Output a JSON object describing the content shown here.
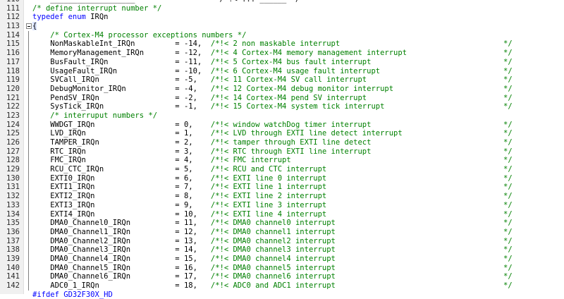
{
  "top_partial": {
    "ln": "110",
    "code": "    ___________________                   /*!< ... ______ */"
  },
  "lines": [
    {
      "ln": "111",
      "kind": "comment",
      "text": "/* define interrupt number */",
      "indent": 0
    },
    {
      "ln": "112",
      "kind": "typedef",
      "kw": "typedef enum",
      "name": " IRQn",
      "indent": 0
    },
    {
      "ln": "113",
      "kind": "brace",
      "text": "{",
      "indent": 0
    },
    {
      "ln": "114",
      "kind": "comment",
      "text": "/* Cortex-M4 processor exceptions numbers */",
      "indent": 4
    },
    {
      "ln": "115",
      "kind": "entry",
      "name": "NonMaskableInt_IRQn",
      "value": "= -14,",
      "doc": "/*!< 2 non maskable interrupt"
    },
    {
      "ln": "116",
      "kind": "entry",
      "name": "MemoryManagement_IRQn",
      "value": "= -12,",
      "doc": "/*!< 4 Cortex-M4 memory management interrupt"
    },
    {
      "ln": "117",
      "kind": "entry",
      "name": "BusFault_IRQn",
      "value": "= -11,",
      "doc": "/*!< 5 Cortex-M4 bus fault interrupt"
    },
    {
      "ln": "118",
      "kind": "entry",
      "name": "UsageFault_IRQn",
      "value": "= -10,",
      "doc": "/*!< 6 Cortex-M4 usage fault interrupt"
    },
    {
      "ln": "119",
      "kind": "entry",
      "name": "SVCall_IRQn",
      "value": "= -5,",
      "doc": "/*!< 11 Cortex-M4 SV call interrupt"
    },
    {
      "ln": "120",
      "kind": "entry",
      "name": "DebugMonitor_IRQn",
      "value": "= -4,",
      "doc": "/*!< 12 Cortex-M4 debug monitor interrupt"
    },
    {
      "ln": "121",
      "kind": "entry",
      "name": "PendSV_IRQn",
      "value": "= -2,",
      "doc": "/*!< 14 Cortex-M4 pend SV interrupt"
    },
    {
      "ln": "122",
      "kind": "entry",
      "name": "SysTick_IRQn",
      "value": "= -1,",
      "doc": "/*!< 15 Cortex-M4 system tick interrupt"
    },
    {
      "ln": "123",
      "kind": "comment",
      "text": "/* interruput numbers */",
      "indent": 4
    },
    {
      "ln": "124",
      "kind": "entry",
      "name": "WWDGT_IRQn",
      "value": "= 0,",
      "doc": "/*!< window watchDog timer interrupt"
    },
    {
      "ln": "125",
      "kind": "entry",
      "name": "LVD_IRQn",
      "value": "= 1,",
      "doc": "/*!< LVD through EXTI line detect interrupt"
    },
    {
      "ln": "126",
      "kind": "entry",
      "name": "TAMPER_IRQn",
      "value": "= 2,",
      "doc": "/*!< tamper through EXTI line detect"
    },
    {
      "ln": "127",
      "kind": "entry",
      "name": "RTC_IRQn",
      "value": "= 3,",
      "doc": "/*!< RTC through EXTI line interrupt"
    },
    {
      "ln": "128",
      "kind": "entry",
      "name": "FMC_IRQn",
      "value": "= 4,",
      "doc": "/*!< FMC interrupt"
    },
    {
      "ln": "129",
      "kind": "entry",
      "name": "RCU_CTC_IRQn",
      "value": "= 5,",
      "doc": "/*!< RCU and CTC interrupt"
    },
    {
      "ln": "130",
      "kind": "entry",
      "name": "EXTI0_IRQn",
      "value": "= 6,",
      "doc": "/*!< EXTI line 0 interrupt"
    },
    {
      "ln": "131",
      "kind": "entry",
      "name": "EXTI1_IRQn",
      "value": "= 7,",
      "doc": "/*!< EXTI line 1 interrupt"
    },
    {
      "ln": "132",
      "kind": "entry",
      "name": "EXTI2_IRQn",
      "value": "= 8,",
      "doc": "/*!< EXTI line 2 interrupt"
    },
    {
      "ln": "133",
      "kind": "entry",
      "name": "EXTI3_IRQn",
      "value": "= 9,",
      "doc": "/*!< EXTI line 3 interrupt"
    },
    {
      "ln": "134",
      "kind": "entry",
      "name": "EXTI4_IRQn",
      "value": "= 10,",
      "doc": "/*!< EXTI line 4 interrupt"
    },
    {
      "ln": "135",
      "kind": "entry",
      "name": "DMA0_Channel0_IRQn",
      "value": "= 11,",
      "doc": "/*!< DMA0 channel0 interrupt"
    },
    {
      "ln": "136",
      "kind": "entry",
      "name": "DMA0_Channel1_IRQn",
      "value": "= 12,",
      "doc": "/*!< DMA0 channel1 interrupt"
    },
    {
      "ln": "137",
      "kind": "entry",
      "name": "DMA0_Channel2_IRQn",
      "value": "= 13,",
      "doc": "/*!< DMA0 channel2 interrupt"
    },
    {
      "ln": "138",
      "kind": "entry",
      "name": "DMA0_Channel3_IRQn",
      "value": "= 14,",
      "doc": "/*!< DMA0 channel3 interrupt"
    },
    {
      "ln": "139",
      "kind": "entry",
      "name": "DMA0_Channel4_IRQn",
      "value": "= 15,",
      "doc": "/*!< DMA0 channel4 interrupt"
    },
    {
      "ln": "140",
      "kind": "entry",
      "name": "DMA0_Channel5_IRQn",
      "value": "= 16,",
      "doc": "/*!< DMA0 channel5 interrupt"
    },
    {
      "ln": "141",
      "kind": "entry",
      "name": "DMA0_Channel6_IRQn",
      "value": "= 17,",
      "doc": "/*!< DMA0 channel6 interrupt"
    },
    {
      "ln": "142",
      "kind": "entry",
      "name": "ADC0_1_IRQn",
      "value": "= 18,",
      "doc": "/*!< ADC0 and ADC1 interrupt"
    }
  ],
  "bottom_partial": {
    "code": "#ifdef GD32F30X_HD"
  },
  "comment_end": "*/",
  "colors": {
    "keyword": "#0000ff",
    "comment": "#008000",
    "text": "#000000",
    "gutter": "#f0f0f0"
  }
}
